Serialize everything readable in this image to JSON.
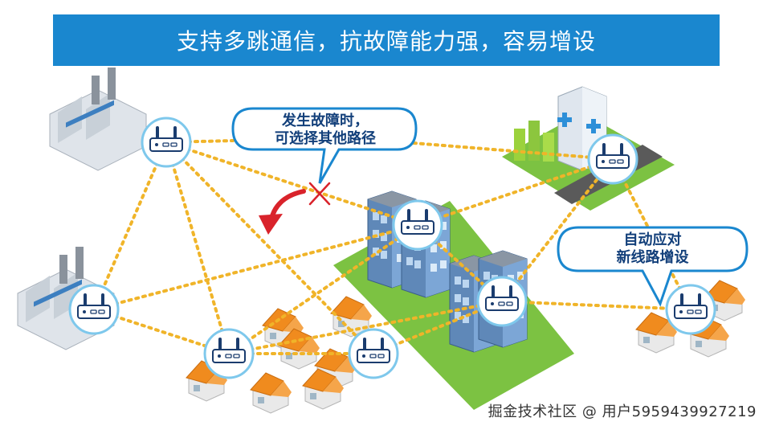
{
  "banner": {
    "title": "支持多跳通信，抗故障能力强，容易增设"
  },
  "callouts": {
    "failure_line1": "发生故障时，",
    "failure_line2": "可选择其他路径",
    "addition_line1": "自动应对",
    "addition_line2": "新线路增设"
  },
  "watermark": "掘金技术社区 @ 用户5959439927219",
  "colors": {
    "banner": "#1a87cf",
    "link": "#f0b429",
    "router": "#ffffff",
    "router_ring": "#7ec8ec",
    "fault": "#d9232b",
    "ground": "#7cc242",
    "roof": "#f08b1e"
  },
  "icons": [
    "factory-icon",
    "router-icon",
    "hospital-icon",
    "office-building-icon",
    "house-icon",
    "fault-cross-icon",
    "reroute-arrow-icon"
  ]
}
